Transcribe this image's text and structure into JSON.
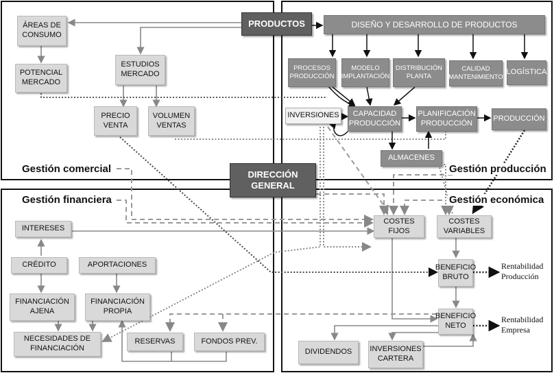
{
  "center": {
    "label": "DIRECCIÓN\nGENERAL"
  },
  "areas": {
    "comercial": "Gestión comercial",
    "produccion": "Gestión producción",
    "financiera": "Gestión financiera",
    "economica": "Gestión económica"
  },
  "nodes": {
    "productos": "PRODUCTOS",
    "areas_consumo": "ÁREAS DE\nCONSUMO",
    "potencial_mercado": "POTENCIAL\nMERCADO",
    "estudios_mercado": "ESTUDIOS\nMERCADO",
    "precio_venta": "PRECIO\nVENTA",
    "volumen_ventas": "VOLUMEN\nVENTAS",
    "diseno_desarrollo": "DISEÑO Y DESARROLLO DE PRODUCTOS",
    "procesos_produccion": "PROCESOS\nPRODUCCIÓN",
    "modelo_implantacion": "MODELO\nIMPLANTACIÓN",
    "distribucion_planta": "DISTRIBUCIÓN\nPLANTA",
    "calidad_mantenimiento": "CALIDAD\nMANTENIMIENTO",
    "logistica": "LOGÍSTICA",
    "inversiones": "INVERSIONES",
    "capacidad_produccion": "CAPACIDAD\nPRODUCCIÓN",
    "planificacion_produccion": "PLANIFICACIÓN\nPRODUCCIÓN",
    "produccion": "PRODUCCIÓN",
    "almacenes": "ALMACENES",
    "intereses": "INTERESES",
    "credito": "CRÉDITO",
    "aportaciones": "APORTACIONES",
    "financiacion_ajena": "FINANCIACIÓN\nAJENA",
    "financiacion_propia": "FINANCIACIÓN\nPROPIA",
    "necesidades_financiacion": "NECESIDADES DE\nFINANCIACIÓN",
    "reservas": "RESERVAS",
    "fondos_prev": "FONDOS PREV.",
    "costes_fijos": "COSTES\nFIJOS",
    "costes_variables": "COSTES\nVARIABLES",
    "beneficio_bruto": "BENEFICIO\nBRUTO",
    "beneficio_neto": "BENEFICIO\nNETO",
    "dividendos": "DIVIDENDOS",
    "inversiones_cartera": "INVERSIONES\nCARTERA"
  },
  "outcomes": {
    "rentabilidad_produccion": "Rentabilidad\nProducción",
    "rentabilidad_empresa": "Rentabilidad\nEmpresa"
  }
}
